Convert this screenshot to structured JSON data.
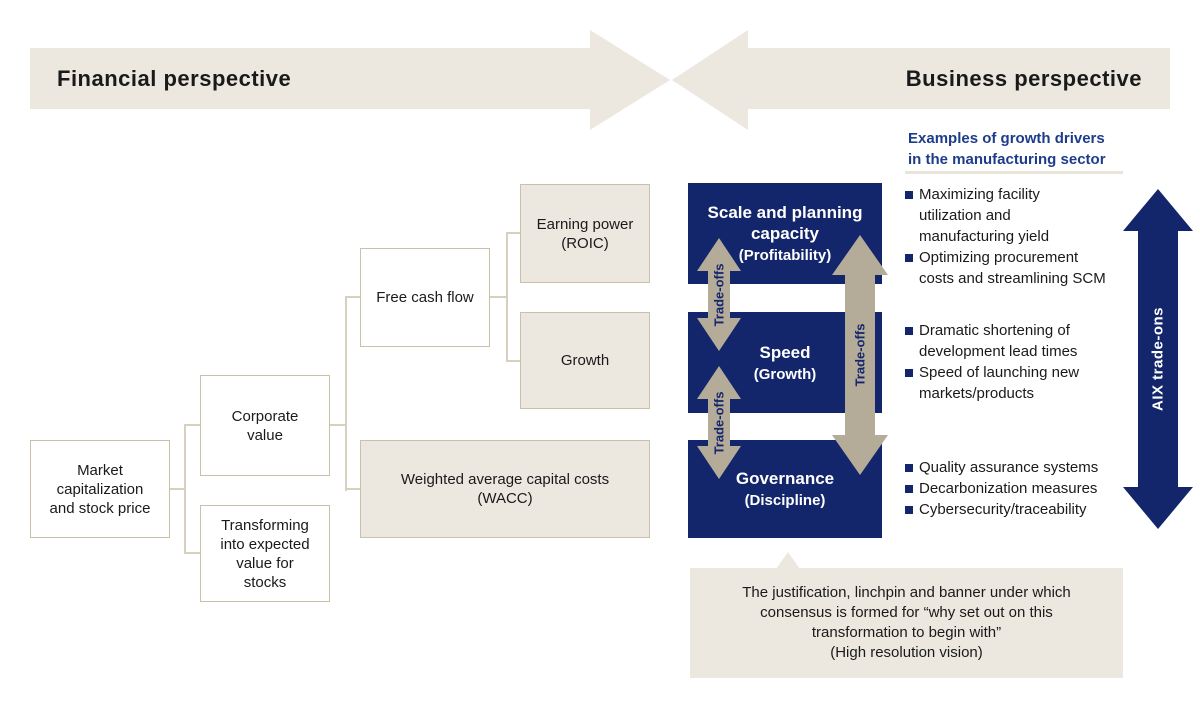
{
  "banners": {
    "financial": "Financial perspective",
    "business": "Business perspective"
  },
  "flow_boxes": {
    "market_cap": "Market\ncapitalization\nand stock price",
    "corporate_value": "Corporate\nvalue",
    "transforming": "Transforming\ninto expected\nvalue for\nstocks",
    "free_cash_flow": "Free cash flow",
    "earning_power": "Earning power\n(ROIC)",
    "growth": "Growth",
    "wacc": "Weighted average capital costs\n(WACC)"
  },
  "pillars": [
    {
      "title": "Scale and planning\ncapacity",
      "subtitle": "(Profitability)"
    },
    {
      "title": "Speed",
      "subtitle": "(Growth)"
    },
    {
      "title": "Governance",
      "subtitle": "(Discipline)"
    }
  ],
  "labels": {
    "trade_offs": "Trade-offs",
    "aix": "AIX trade-ons"
  },
  "growth_drivers": {
    "heading": "Examples of growth drivers\nin the manufacturing sector",
    "groups": [
      {
        "items": [
          "Maximizing facility\nutilization and\nmanufacturing yield",
          "Optimizing procurement\ncosts and streamlining SCM"
        ]
      },
      {
        "items": [
          "Dramatic shortening of\ndevelopment lead times",
          "Speed of launching new\nmarkets/products"
        ]
      },
      {
        "items": [
          "Quality assurance systems",
          "Decarbonization measures",
          "Cybersecurity/traceability"
        ]
      }
    ]
  },
  "vision_box": "The justification, linchpin and banner under which\nconsensus is formed for “why set out on this\ntransformation to begin with”\n(High resolution vision)",
  "colors": {
    "navy": "#14266B",
    "beige": "#ECE8DF",
    "tan_arrow": "#B5AB99",
    "heading_navy": "#1E3C8C",
    "box_border": "#CBC1AA",
    "connector_line": "#D8D0BE",
    "text": "#1A1A1A"
  }
}
